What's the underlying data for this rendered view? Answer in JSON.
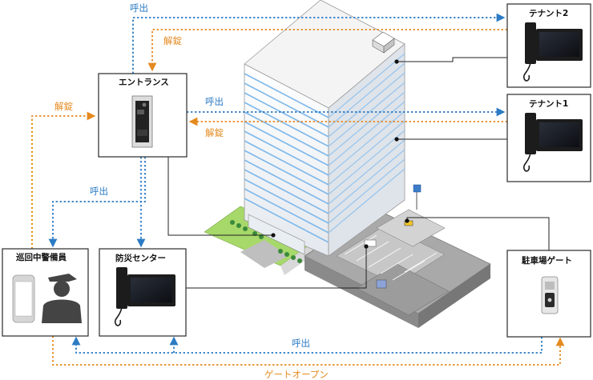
{
  "nodes": {
    "entrance": "エントランス",
    "tenant2": "テナント2",
    "tenant1": "テナント1",
    "patrol_guard": "巡回中警備員",
    "disaster_center": "防災センター",
    "parking_gate": "駐車場ゲート"
  },
  "flows": {
    "call": "呼出",
    "unlock": "解錠",
    "gate_open": "ゲートオープン"
  },
  "colors": {
    "call": "#2b7bc4",
    "unlock": "#e58a1f",
    "building_stripe": "#7fb8ea",
    "lawn": "#a7d86a"
  },
  "icons": [
    "door-station-icon",
    "video-monitor-icon",
    "smartphone-icon",
    "guard-icon",
    "building-icon",
    "parking-garage-icon",
    "gate-intercom-icon"
  ]
}
